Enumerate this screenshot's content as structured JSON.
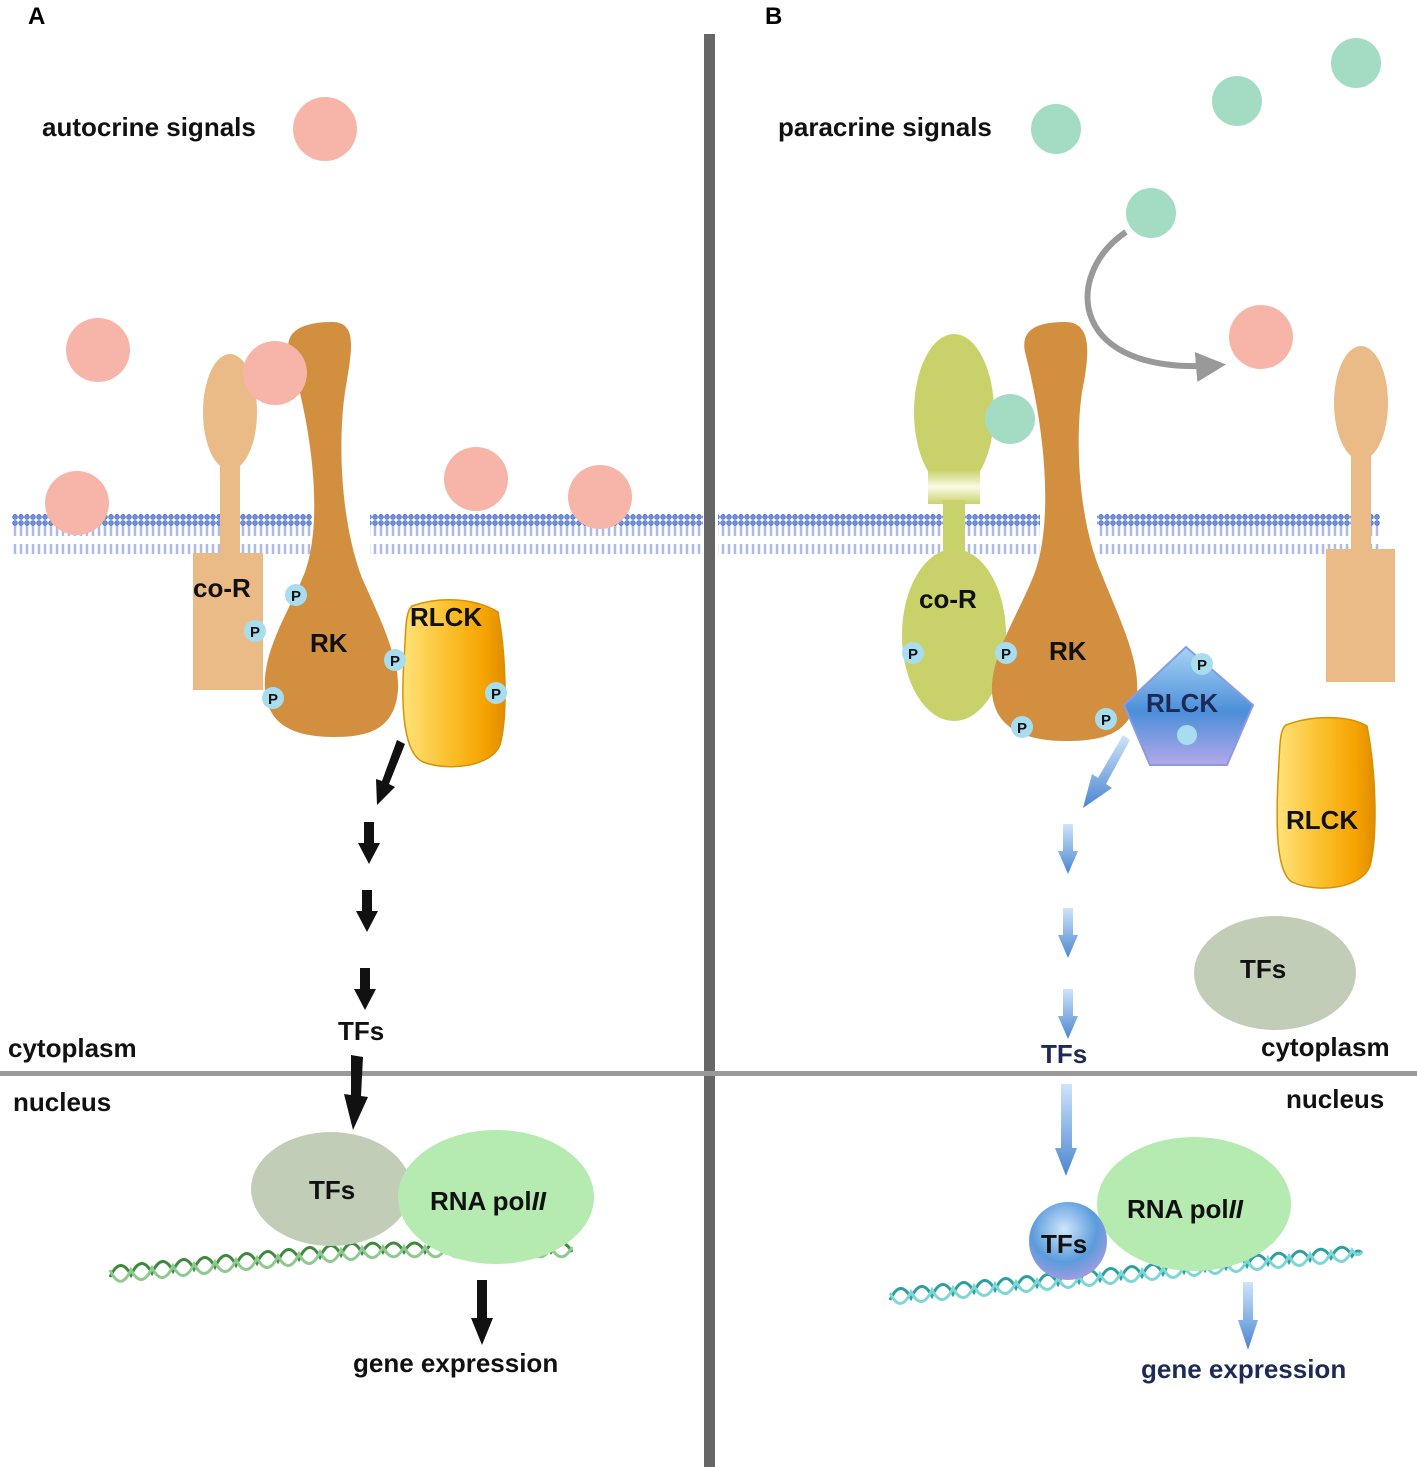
{
  "panel_a": {
    "letter": "A",
    "signals_label": "autocrine signals",
    "co_receptor": "co-R",
    "receptor_kinase": "RK",
    "rlck": "RLCK",
    "phospho": "P",
    "tfs_cytoplasm": "TFs",
    "compartment_cytoplasm": "cytoplasm",
    "compartment_nucleus": "nucleus",
    "tfs_nucleus": "TFs",
    "rna_pol_prefix": "RNA pol",
    "rna_pol_suffix": "II",
    "output": "gene expression"
  },
  "panel_b": {
    "letter": "B",
    "signals_label": "paracrine signals",
    "co_receptor": "co-R",
    "receptor_kinase": "RK",
    "rlck_active": "RLCK",
    "rlck_free": "RLCK",
    "phospho": "P",
    "tfs_free": "TFs",
    "tfs_cytoplasm": "TFs",
    "compartment_cytoplasm": "cytoplasm",
    "compartment_nucleus": "nucleus",
    "tfs_nucleus": "TFs",
    "rna_pol_prefix": "RNA pol",
    "rna_pol_suffix": "II",
    "output": "gene expression"
  },
  "colors": {
    "autocrine_signal": "#f7b5aa",
    "paracrine_signal": "#a3dcc3",
    "receptor_kinase": "#d18f3f",
    "co_receptor": "#ebbb87",
    "co_receptor_b": "#c9d26a",
    "rlck": "#fbc02d",
    "rlck_active": "#6fa8dc",
    "tfs": "#c2cdb8",
    "rna_pol": "#b5ebb0",
    "phospho": "#a8ddf0",
    "membrane": "#5b7fd9",
    "divider": "#666666",
    "arrow_b": "#5d8fd6",
    "dna_a": "#3d8a3d",
    "dna_b": "#36b6b6"
  }
}
